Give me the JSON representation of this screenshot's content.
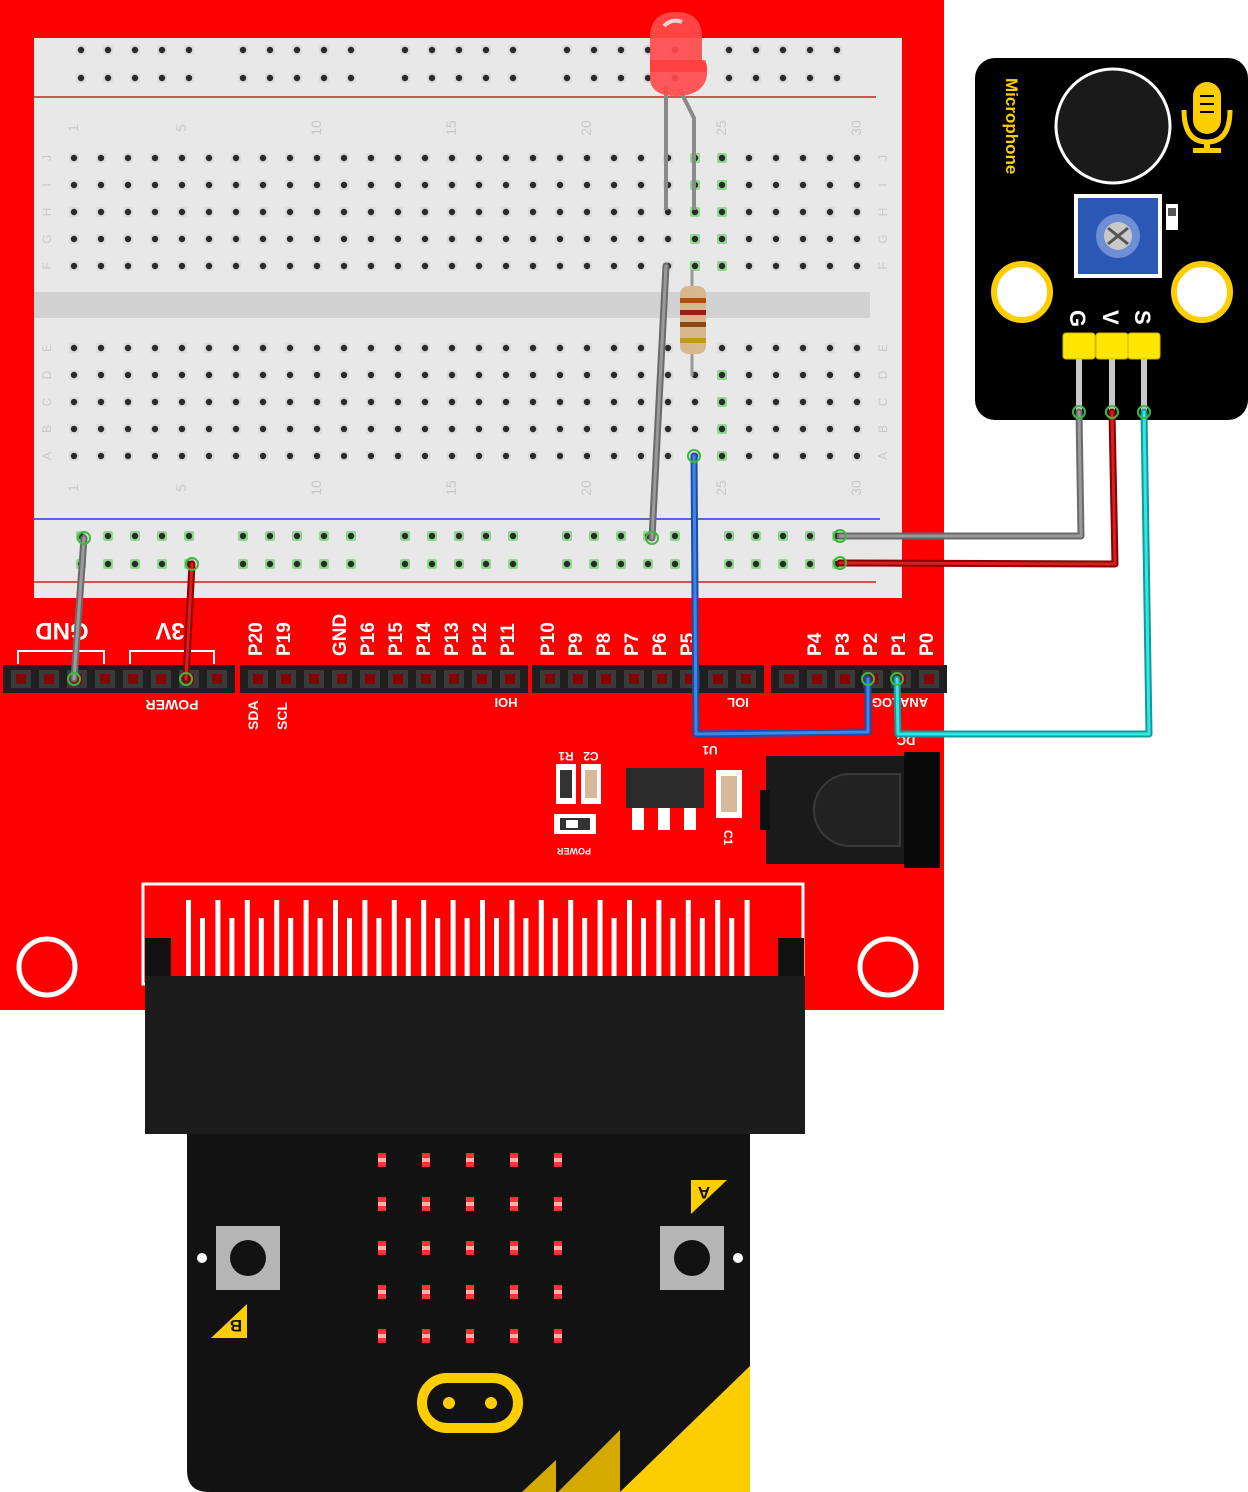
{
  "shield": {
    "power_header_labels": [
      "GND",
      "3V"
    ],
    "power_label": "POWER",
    "hoi_pins": [
      "P20",
      "P19",
      "GND",
      "P16",
      "P15",
      "P14",
      "P13",
      "P12",
      "P11"
    ],
    "hoi_sub_labels": [
      "SDA",
      "SCL"
    ],
    "hoi_label": "HOI",
    "iol_pins": [
      "P10",
      "P9",
      "P8",
      "P7",
      "P6",
      "P5"
    ],
    "iol_label": "IOL",
    "analog_pins": [
      "P4",
      "P3",
      "P2",
      "P1",
      "P0"
    ],
    "analog_label": "ANALOG",
    "dc_label": "DC",
    "smd_labels": [
      "R1",
      "C2",
      "U1",
      "C1",
      "POWER"
    ]
  },
  "breadboard": {
    "column_numbers": [
      "1",
      "5",
      "10",
      "15",
      "20",
      "25",
      "30"
    ],
    "row_letters_top": [
      "J",
      "I",
      "H",
      "G",
      "F"
    ],
    "row_letters_bottom": [
      "E",
      "D",
      "C",
      "B",
      "A"
    ]
  },
  "sensor": {
    "title": "Microphone",
    "pins": [
      "G",
      "V",
      "S"
    ]
  },
  "microbit": {
    "button_labels": [
      "A",
      "B"
    ]
  },
  "colors": {
    "board_red": "#ff0000",
    "breadboard": "#e8e8e8",
    "wire_gray": "#8c8c8c",
    "wire_red": "#c00000",
    "wire_blue": "#2a6fd6",
    "wire_cyan": "#28d6d6",
    "sensor_black": "#000000",
    "accent_yellow": "#ffd400"
  }
}
